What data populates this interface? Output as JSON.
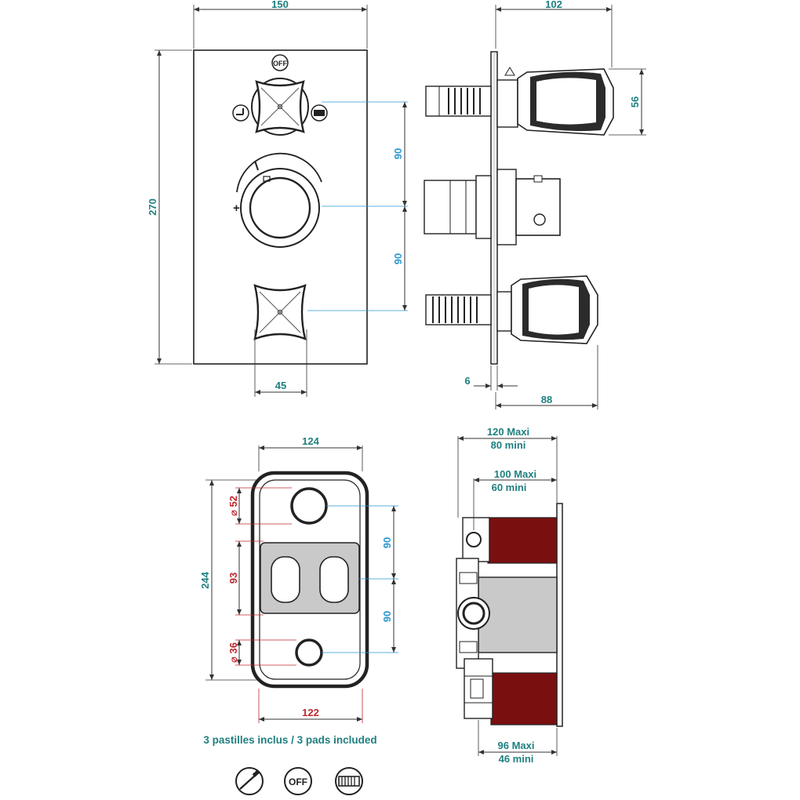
{
  "front_view": {
    "width": "150",
    "height": "270",
    "spacing_top": "90",
    "spacing_bottom": "90",
    "handle_offset": "45",
    "off_badge": "OFF",
    "plus_sign": "+"
  },
  "side_view": {
    "depth": "102",
    "knob_height": "56",
    "plate": "6",
    "projection": "88"
  },
  "mount_plate": {
    "width_top": "124",
    "width_bottom": "122",
    "height": "244",
    "cutout_height": "93",
    "dia_top": "⌀ 52",
    "dia_bottom": "⌀ 36",
    "spacing_top": "90",
    "spacing_bottom": "90"
  },
  "installation": {
    "top_max": "120  Maxi",
    "top_min": "80 mini",
    "mid_max": "100  Maxi",
    "mid_min": "60 mini",
    "bottom_max": "96  Maxi",
    "bottom_min": "46 mini"
  },
  "caption": "3 pastilles inclus / 3 pads included",
  "pads": [
    {
      "icon": "toothbrush-icon"
    },
    {
      "icon": "off-icon",
      "label": "OFF"
    },
    {
      "icon": "grille-icon"
    }
  ],
  "colors": {
    "dim_teal": "#1f7f7f",
    "dim_red": "#c0262d",
    "dim_blue": "#2a96d2",
    "body_red": "#7a0f10",
    "body_grey": "#c9c9c9"
  }
}
